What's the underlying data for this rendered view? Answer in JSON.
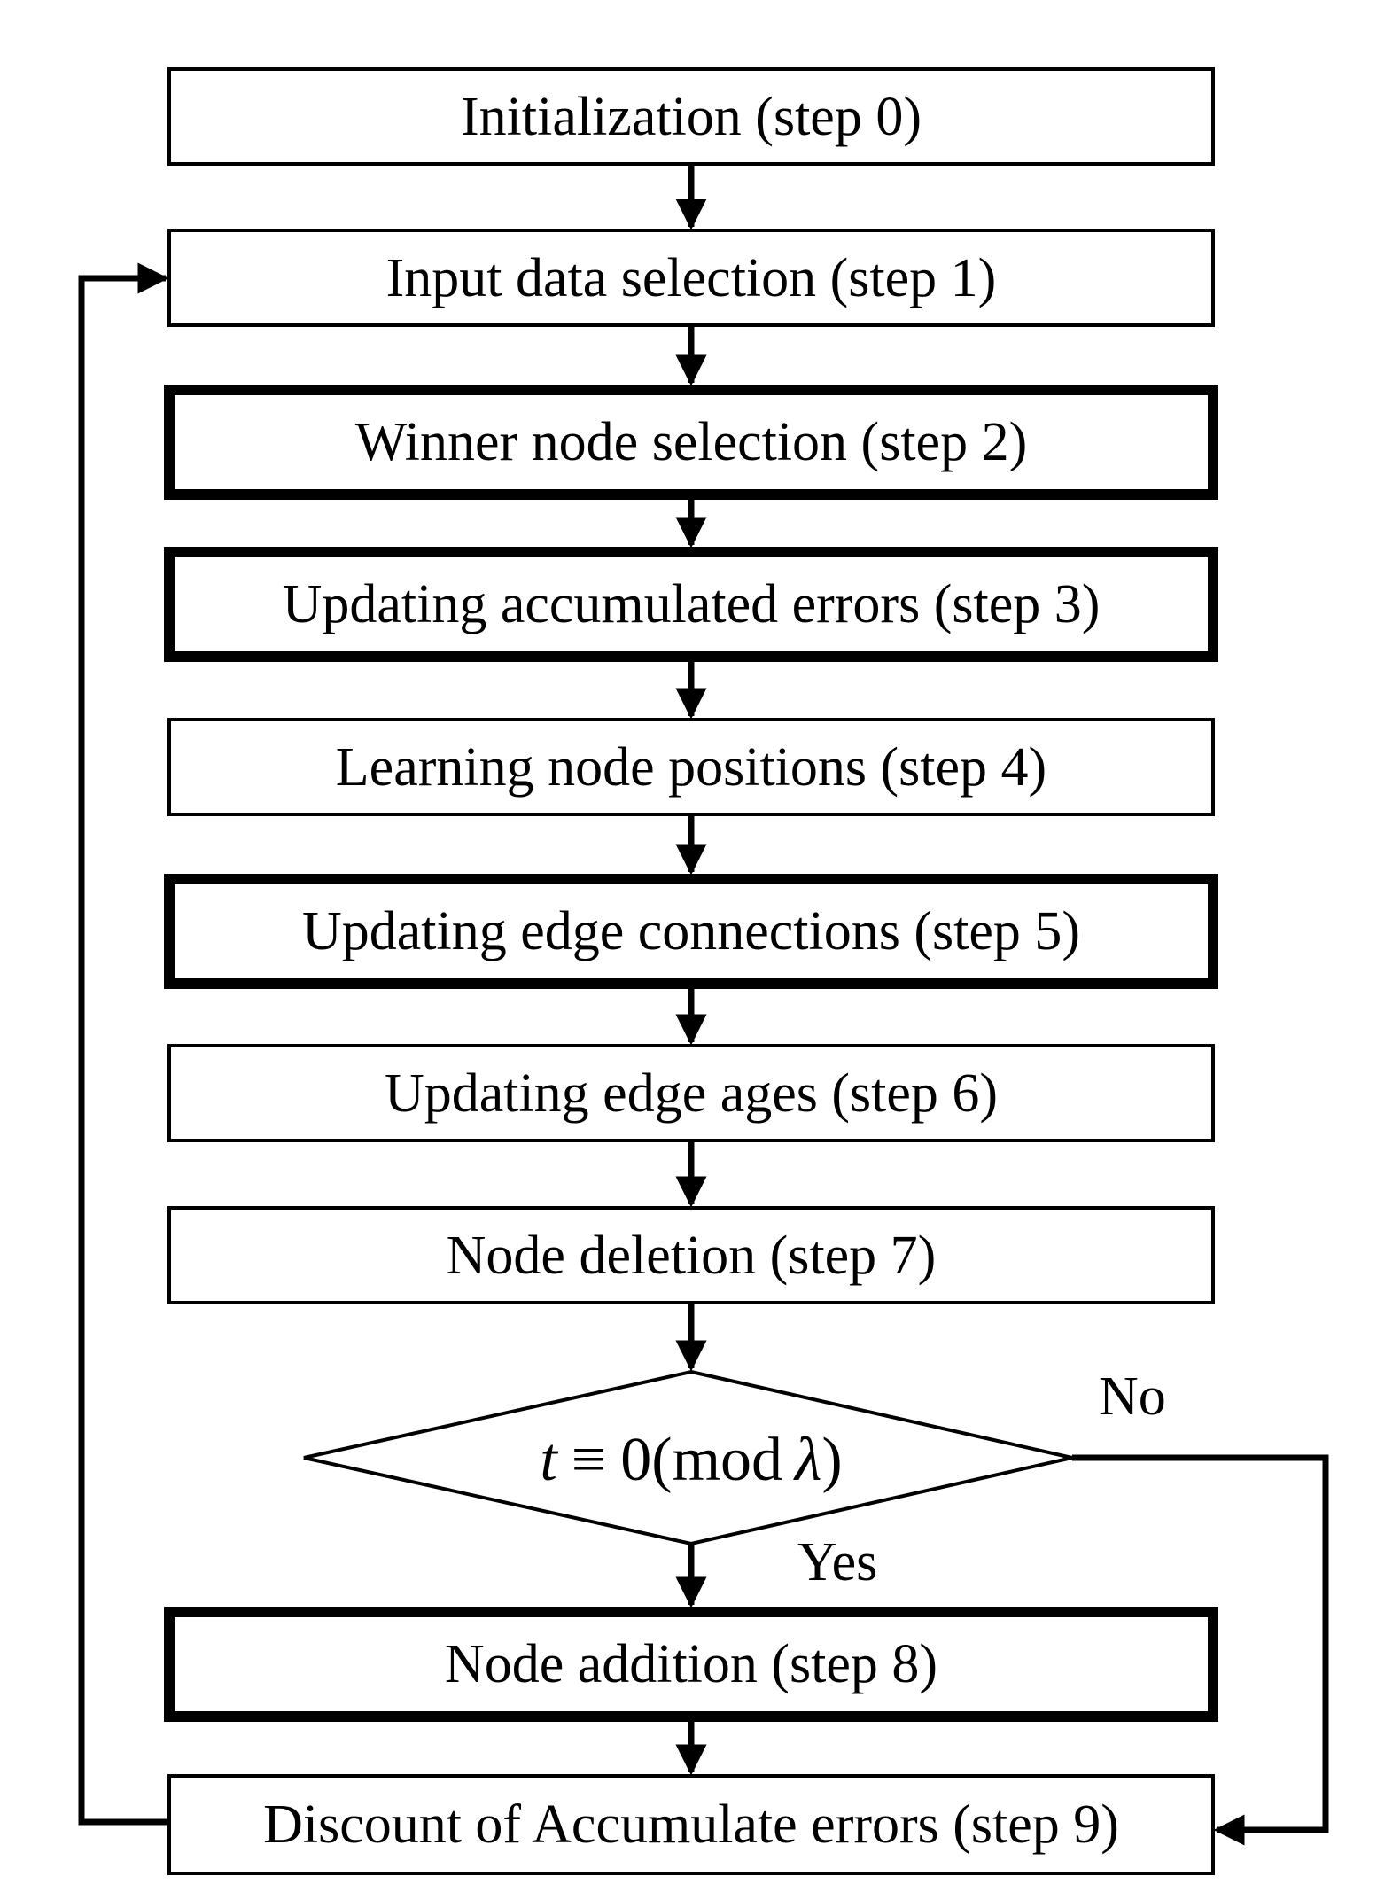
{
  "steps": [
    {
      "label": "Initialization (step 0)",
      "emphasis": false
    },
    {
      "label": "Input data selection (step 1)",
      "emphasis": false
    },
    {
      "label": "Winner node selection (step 2)",
      "emphasis": true
    },
    {
      "label": "Updating accumulated errors (step 3)",
      "emphasis": true
    },
    {
      "label": "Learning node positions (step 4)",
      "emphasis": false
    },
    {
      "label": "Updating edge connections (step 5)",
      "emphasis": true
    },
    {
      "label": "Updating edge ages (step 6)",
      "emphasis": false
    },
    {
      "label": "Node deletion (step 7)",
      "emphasis": false
    },
    {
      "label": "Node addition (step 8)",
      "emphasis": true
    },
    {
      "label": "Discount of Accumulate errors (step 9)",
      "emphasis": false
    }
  ],
  "decision": {
    "var": "t",
    "relation": "≡",
    "value": "0",
    "mod_word": "mod",
    "modulus": "λ",
    "yes_label": "Yes",
    "no_label": "No"
  },
  "colors": {
    "stroke": "#000000",
    "background": "#ffffff"
  }
}
